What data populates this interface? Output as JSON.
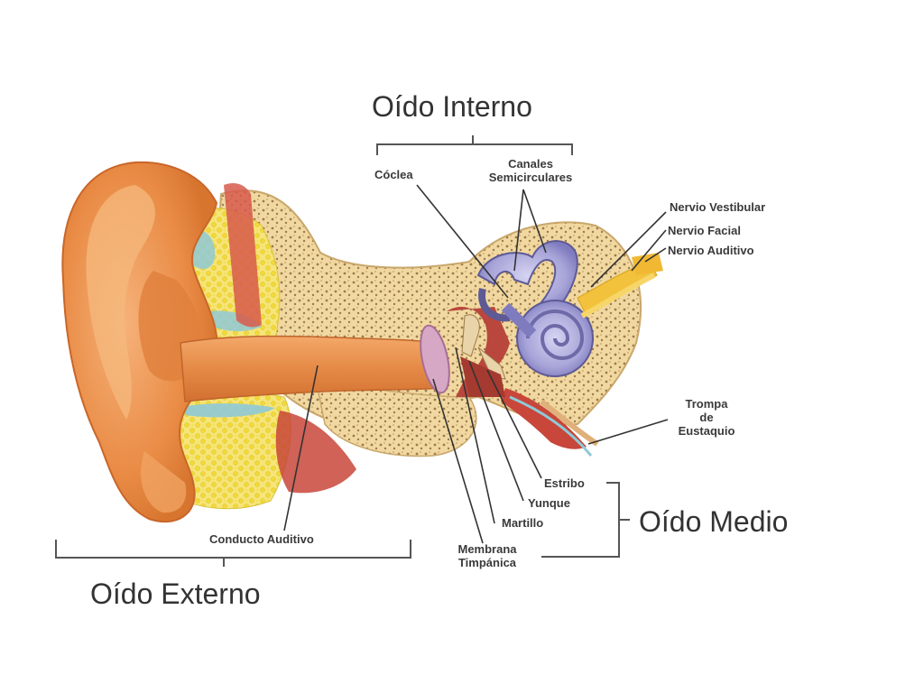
{
  "diagram": {
    "sections": {
      "inner": "Oído Interno",
      "middle": "Oído Medio",
      "outer": "Oído Externo"
    },
    "labels": {
      "coclea": "Cóclea",
      "canales_1": "Canales",
      "canales_2": "Semicirculares",
      "nervio_vestibular": "Nervio Vestibular",
      "nervio_facial": "Nervio Facial",
      "nervio_auditivo": "Nervio Auditivo",
      "trompa_1": "Trompa",
      "trompa_2": "de",
      "trompa_3": "Eustaquio",
      "estribo": "Estribo",
      "yunque": "Yunque",
      "martillo": "Martillo",
      "membrana_1": "Membrana",
      "membrana_2": "Timpánica",
      "conducto": "Conducto Auditivo"
    },
    "colors": {
      "skin": "#e8904a",
      "skin_light": "#f4b27a",
      "bone": "#f1d8a0",
      "bone_dots": "#9c7b4c",
      "fat": "#f4e24e",
      "fat_blue": "#8fc9d8",
      "cochlea": "#a9a7d9",
      "cochlea_dark": "#6e6aa8",
      "nerve": "#f2c23c",
      "muscle": "#c8463a",
      "leader": "#333333"
    }
  }
}
